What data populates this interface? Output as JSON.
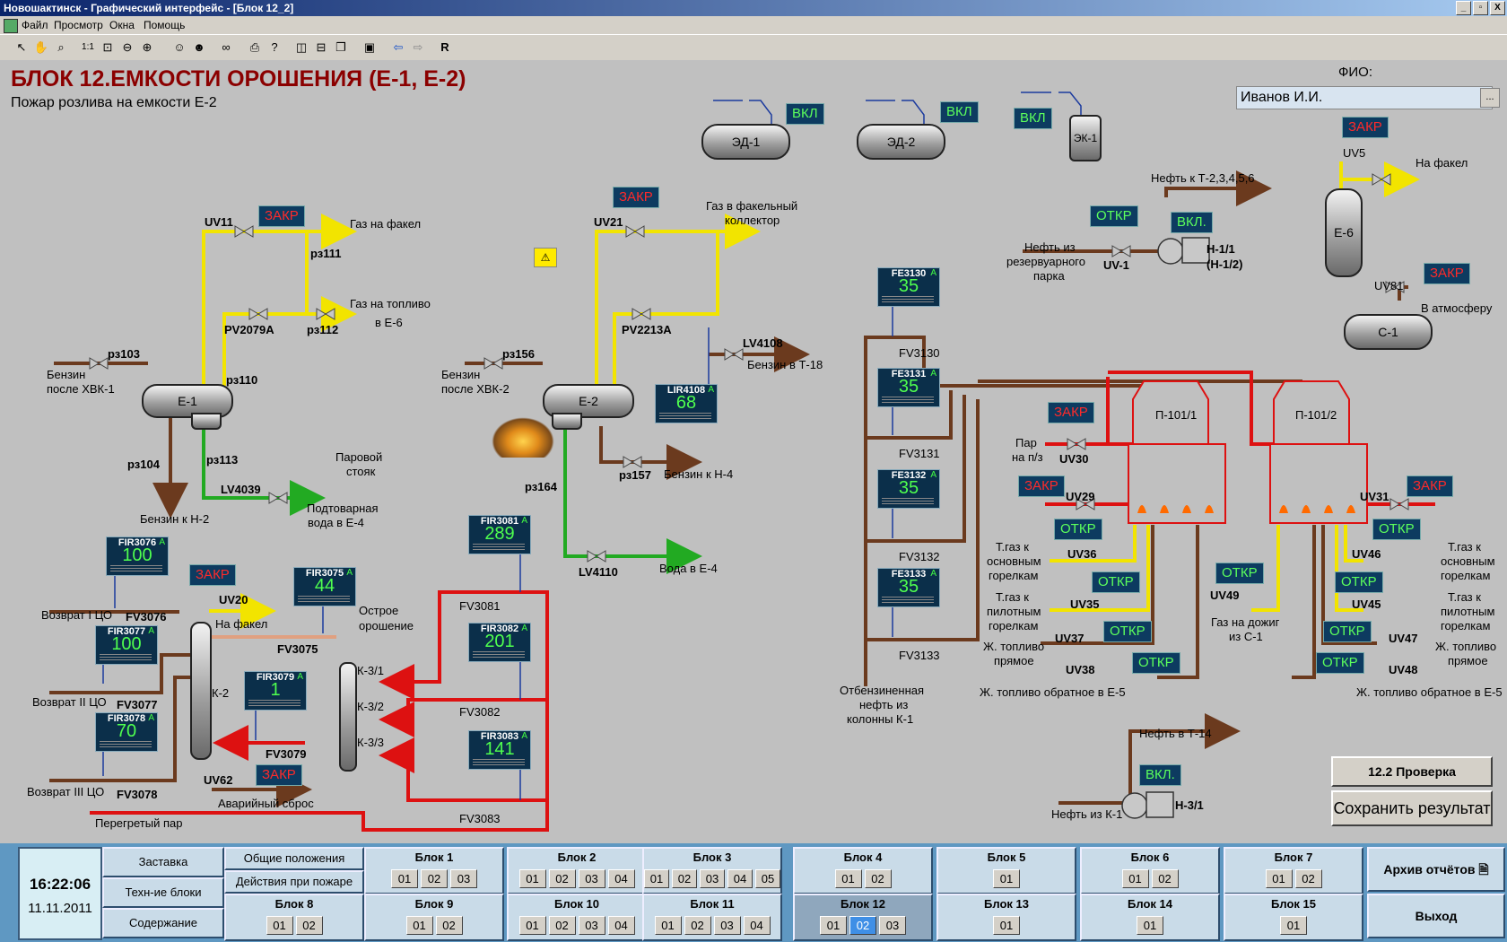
{
  "window": {
    "title": "Новошактинск - Графический интерфейс - [Блок 12_2]",
    "buttons": [
      "_",
      "▫",
      "X"
    ]
  },
  "menu": [
    "Файл",
    "Просмотр",
    "Окна",
    "Помощь"
  ],
  "toolbar": {
    "r_button": "R"
  },
  "header": {
    "title": "БЛОК 12.ЕМКОСТИ ОРОШЕНИЯ (Е-1, Е-2)",
    "subtitle": "Пожар розлива на емкости Е-2"
  },
  "fio": {
    "label": "ФИО:",
    "value": "Иванов И.И.",
    "browse": "..."
  },
  "actions": {
    "check": "12.2 Проверка",
    "save": "Сохранить результат"
  },
  "motors": {
    "ed1": {
      "name": "ЭД-1",
      "state": "ВКЛ"
    },
    "ed2": {
      "name": "ЭД-2",
      "state": "ВКЛ"
    },
    "ek1": {
      "name": "ЭК-1",
      "state": "ВКЛ"
    },
    "h11": {
      "name": "Н-1/1",
      "name2": "(Н-1/2)",
      "state": "ВКЛ."
    },
    "h31": {
      "name": "Н-3/1",
      "state": "ВКЛ."
    }
  },
  "vessels": {
    "e1": "Е-1",
    "e2": "Е-2",
    "e6": "Е-6",
    "c1": "С-1",
    "k2": "К-2",
    "k31": "К-3/1",
    "k32": "К-3/2",
    "k33": "К-3/3",
    "p1011": "П-101/1",
    "p1012": "П-101/2"
  },
  "instruments": [
    {
      "tag": "FIR3076",
      "value": "100"
    },
    {
      "tag": "FIR3077",
      "value": "100"
    },
    {
      "tag": "FIR3078",
      "value": "70"
    },
    {
      "tag": "FIR3075",
      "value": "44"
    },
    {
      "tag": "FIR3079",
      "value": "1"
    },
    {
      "tag": "FIR3081",
      "value": "289"
    },
    {
      "tag": "FIR3082",
      "value": "201"
    },
    {
      "tag": "FIR3083",
      "value": "141"
    },
    {
      "tag": "LIR4108",
      "value": "68"
    },
    {
      "tag": "FE3130",
      "value": "35"
    },
    {
      "tag": "FE3131",
      "value": "35"
    },
    {
      "tag": "FE3132",
      "value": "35"
    },
    {
      "tag": "FE3133",
      "value": "35"
    }
  ],
  "instrument_flag": "A",
  "valves": {
    "uv11": {
      "name": "UV11",
      "state": "ЗАКР"
    },
    "uv21": {
      "name": "UV21",
      "state": "ЗАКР"
    },
    "uv20": {
      "name": "UV20",
      "state": "ЗАКР"
    },
    "uv62": {
      "name": "UV62",
      "state": "ЗАКР"
    },
    "uv5": {
      "name": "UV5",
      "state": "ЗАКР"
    },
    "uv81": {
      "name": "UV81",
      "state": "ЗАКР"
    },
    "uv30": {
      "name": "UV30",
      "state": "ЗАКР"
    },
    "uv29": {
      "name": "UV29",
      "state": "ЗАКР"
    },
    "uv31": {
      "name": "UV31",
      "state": "ЗАКР"
    },
    "uv36": {
      "name": "UV36",
      "state": "ОТКР"
    },
    "uv35": {
      "name": "UV35",
      "state": "ОТКР"
    },
    "uv37": {
      "name": "UV37",
      "state": "ОТКР"
    },
    "uv38": {
      "name": "UV38",
      "state": "ОТКР"
    },
    "uv46": {
      "name": "UV46",
      "state": "ОТКР"
    },
    "uv45": {
      "name": "UV45",
      "state": "ОТКР"
    },
    "uv47": {
      "name": "UV47",
      "state": "ОТКР"
    },
    "uv48": {
      "name": "UV48",
      "state": "ОТКР"
    },
    "uv49": {
      "name": "UV49",
      "state": "ОТКР"
    },
    "uv1": {
      "name": "UV-1",
      "state": "ОТКР"
    }
  },
  "tags": {
    "pz111": "рз111",
    "pz112": "рз112",
    "pz110": "рз110",
    "pz103": "рз103",
    "pz104": "рз104",
    "pz113": "рз113",
    "pz156": "рз156",
    "pz157": "рз157",
    "pz164": "рз164",
    "pv2079a": "PV2079A",
    "pv2213a": "PV2213A",
    "lv4039": "LV4039",
    "lv4108": "LV4108",
    "lv4110": "LV4110",
    "fv3076": "FV3076",
    "fv3077": "FV3077",
    "fv3078": "FV3078",
    "fv3075": "FV3075",
    "fv3079": "FV3079",
    "fv3081": "FV3081",
    "fv3082": "FV3082",
    "fv3083": "FV3083",
    "fv3130": "FV3130",
    "fv3131": "FV3131",
    "fv3132": "FV3132",
    "fv3133": "FV3133"
  },
  "labels": {
    "gas_flare": "Газ на факел",
    "gas_fuel": "Газ на топливо",
    "in_e6": "в Е-6",
    "benzin_after_xvk1_1": "Бензин",
    "benzin_after_xvk1_2": "после ХВК-1",
    "benzin_h2": "Бензин к Н-2",
    "steam_riser_1": "Паровой",
    "steam_riser_2": "стояк",
    "subwater_1": "Подтоварная",
    "subwater_2": "вода в Е-4",
    "gas_flare_col_1": "Газ в факельный",
    "gas_flare_col_2": "коллектор",
    "benzin_t18": "Бензин в Т-18",
    "benzin_after_xvk2_1": "Бензин",
    "benzin_after_xvk2_2": "после ХВК-2",
    "benzin_h4": "Бензин к Н-4",
    "water_e4": "Вода в Е-4",
    "return1": "Возврат I ЦО",
    "return2": "Возврат II ЦО",
    "return3": "Возврат III ЦО",
    "on_flare": "На факел",
    "sharp_reflux_1": "Острое",
    "sharp_reflux_2": "орошение",
    "emergency": "Аварийный сброс",
    "superheated": "Перегретый пар",
    "oil_t2": "Нефть к Т-2,3,4,5,6",
    "oil_from_tank_1": "Нефть из",
    "oil_from_tank_2": "резервуарного",
    "oil_from_tank_3": "парка",
    "on_flare2": "На факел",
    "to_atm": "В атмосферу",
    "steam_pz_1": "Пар",
    "steam_pz_2": "на п/з",
    "tgas_main_1": "Т.газ к",
    "tgas_main_2": "основным",
    "tgas_main_3": "горелкам",
    "tgas_pilot_1": "Т.газ к",
    "tgas_pilot_2": "пилотным",
    "tgas_pilot_3": "горелкам",
    "liq_direct_1": "Ж. топливо",
    "liq_direct_2": "прямое",
    "liq_return": "Ж. топливо обратное в Е-5",
    "gas_after_1": "Газ на дожиг",
    "gas_after_2": "из С-1",
    "stripped_1": "Отбензиненная",
    "stripped_2": "нефть из",
    "stripped_3": "колонны К-1",
    "oil_t14": "Нефть в Т-14",
    "oil_from_k1": "Нефть из К-1"
  },
  "clock": {
    "time": "16:22:06",
    "date": "11.11.2011"
  },
  "nav": [
    "Заставка",
    "Техн-ие блоки",
    "Содержание"
  ],
  "nav2": [
    "Общие положения",
    "Действия при пожаре"
  ],
  "archive": "Архив отчётов",
  "exit": "Выход",
  "blocks": [
    {
      "name": "Блок 1",
      "subs": [
        "01",
        "02",
        "03"
      ]
    },
    {
      "name": "Блок 2",
      "subs": [
        "01",
        "02",
        "03",
        "04"
      ]
    },
    {
      "name": "Блок 3",
      "subs": [
        "01",
        "02",
        "03",
        "04",
        "05"
      ]
    },
    {
      "name": "Блок 4",
      "subs": [
        "01",
        "02"
      ]
    },
    {
      "name": "Блок 5",
      "subs": [
        "01"
      ]
    },
    {
      "name": "Блок 6",
      "subs": [
        "01",
        "02"
      ]
    },
    {
      "name": "Блок 7",
      "subs": [
        "01",
        "02"
      ]
    },
    {
      "name": "Блок 8",
      "subs": [
        "01",
        "02"
      ]
    },
    {
      "name": "Блок 9",
      "subs": [
        "01",
        "02"
      ]
    },
    {
      "name": "Блок 10",
      "subs": [
        "01",
        "02",
        "03",
        "04"
      ]
    },
    {
      "name": "Блок 11",
      "subs": [
        "01",
        "02",
        "03",
        "04"
      ]
    },
    {
      "name": "Блок 12",
      "subs": [
        "01",
        "02",
        "03"
      ],
      "active": true,
      "selected": "02"
    },
    {
      "name": "Блок 13",
      "subs": [
        "01"
      ]
    },
    {
      "name": "Блок 14",
      "subs": [
        "01"
      ]
    },
    {
      "name": "Блок 15",
      "subs": [
        "01"
      ]
    }
  ],
  "colors": {
    "closed": "#ff2a2a",
    "open": "#5cff5c",
    "gas": "#f2e400",
    "oil": "#6b3a1e",
    "water": "#22aa22",
    "steam": "#dd1111",
    "title": "#8b0000"
  }
}
